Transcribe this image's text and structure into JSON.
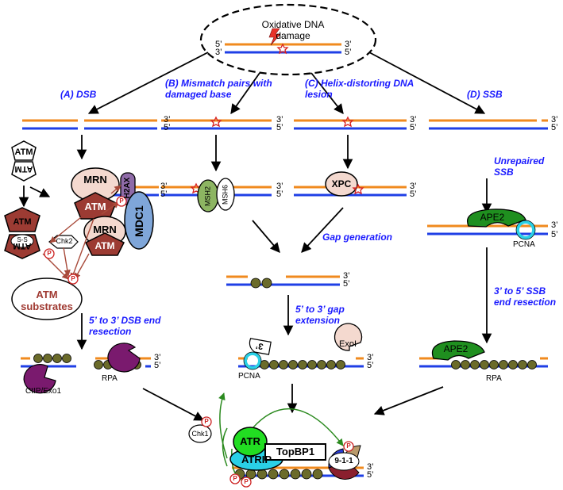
{
  "title": "Oxidative DNA damage",
  "strand_ends": {
    "five": "5’",
    "three": "3’"
  },
  "pathways": {
    "dsb": "(A) DSB",
    "mismatch": "(B) Mismatch pairs with damaged base",
    "helix": "(C) Helix-distorting DNA lesion",
    "ssb": "(D) SSB"
  },
  "steps": {
    "dsb_resection": "5’ to 3’ DSB end resection",
    "gap_generation": "Gap generation",
    "gap_extension": "5’ to 3’ gap extension",
    "unrepaired_ssb": "Unrepaired SSB",
    "ssb_resection": "3’ to 5’ SSB end resection"
  },
  "proteins": {
    "atm": "ATM",
    "atm_ss": "S-S",
    "mrn": "MRN",
    "h2ax": "H2AX",
    "mdc1": "MDC1",
    "chk2": "Chk2",
    "atm_substrates": "ATM substrates",
    "msh2": "MSH2",
    "msh6": "MSH6",
    "xpc": "XPC",
    "ape2": "APE2",
    "pcna": "PCNA",
    "rpa": "RPA",
    "ctip": "CtIP/Exo1",
    "exo1": "ExoI",
    "three_prime": "3’",
    "chk1": "Chk1",
    "atr": "ATR",
    "atrip": "ATRIP",
    "topbp1": "TopBP1",
    "nine_one_one": "9-1-1",
    "phospho": "P"
  },
  "colors": {
    "top_strand": "#f08a1e",
    "bottom_strand": "#1f3fe6",
    "rpa": "#6b6b2a",
    "atm": "#9c3b33",
    "mrn": "#f4d9cf",
    "mdc1": "#7fa6d9",
    "h2ax": "#8f6ba8",
    "msh2": "#8db562",
    "ape2": "#1f8f1f",
    "pcna": "#2ad0e6",
    "ctip": "#7a1a6e",
    "atr": "#22dd22",
    "atrip": "#2ad0e6",
    "nine_one_one_a": "#b99a6b",
    "nine_one_one_b": "#8a1f2e",
    "nine_one_one_c": "#2a3cd6",
    "arrow": "#000000",
    "atm_arrow": "#a84a3a",
    "green_arrow": "#2b8a1f",
    "step_text": "#1a1aff"
  }
}
